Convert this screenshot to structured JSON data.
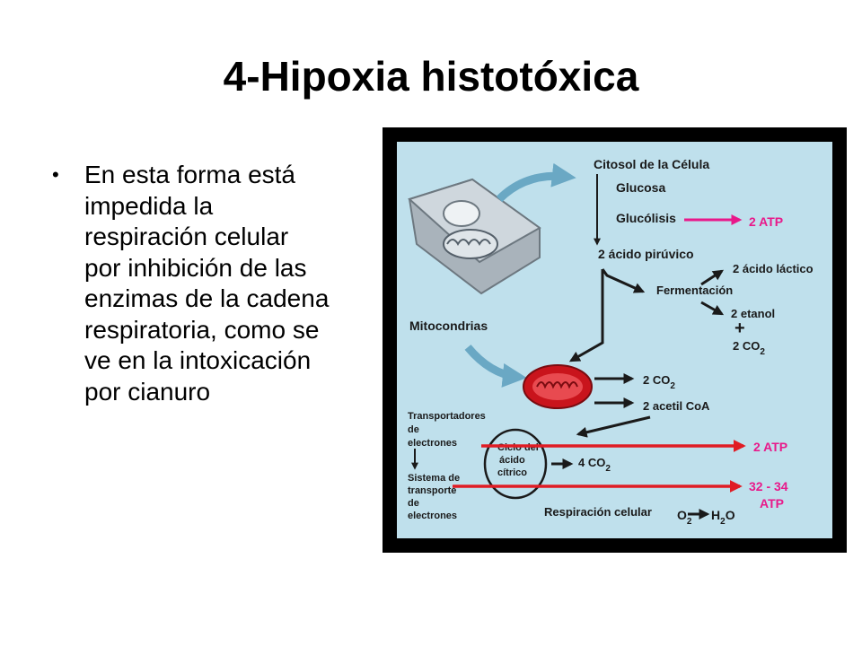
{
  "slide": {
    "title": "4-Hipoxia histotóxica",
    "bullet_lines": [
      "En esta forma está",
      "impedida la",
      "respiración celular",
      "por inhibición de las",
      "enzimas de la cadena",
      "respiratoria, como se",
      "ve en la intoxicación",
      "por cianuro"
    ]
  },
  "diagram": {
    "colors": {
      "background": "#bfe0ec",
      "frame": "#000000",
      "atp_arrow": "#e8198a",
      "red_arrow": "#e01c24",
      "mitochondrion": "#c9141c",
      "curved_arrow": "#6aa8c4"
    },
    "labels": {
      "citosol": "Citosol de la Célula",
      "glucosa": "Glucosa",
      "glucolisis": "Glucólisis",
      "atp_glucolisis": "2 ATP",
      "piruvico": "2 ácido pirúvico",
      "lactico": "2 ácido láctico",
      "fermentacion": "Fermentación",
      "etanol": "2 etanol",
      "plus": "+",
      "co2_ferm": "2 CO",
      "co2_ferm_sub": "2",
      "mitocondrias": "Mitocondrias",
      "co2_mito": "2 CO",
      "co2_mito_sub": "2",
      "acetil": "2 acetil CoA",
      "transportadores_1": "Transportadores",
      "transportadores_2": "de",
      "transportadores_3": "electrones",
      "ciclo_1": "Ciclo del",
      "ciclo_2": "ácido",
      "ciclo_3": "cítrico",
      "co2_ciclo": "4 CO",
      "co2_ciclo_sub": "2",
      "atp_ciclo": "2 ATP",
      "sistema_1": "Sistema de",
      "sistema_2": "transporte",
      "sistema_3": "de",
      "sistema_4": "electrones",
      "atp_resp_1": "32 - 34",
      "atp_resp_2": "ATP",
      "respiracion": "Respiración celular",
      "o2": "O",
      "o2_sub": "2",
      "h2o_h": "H",
      "h2o_sub": "2",
      "h2o_o": "O"
    }
  }
}
